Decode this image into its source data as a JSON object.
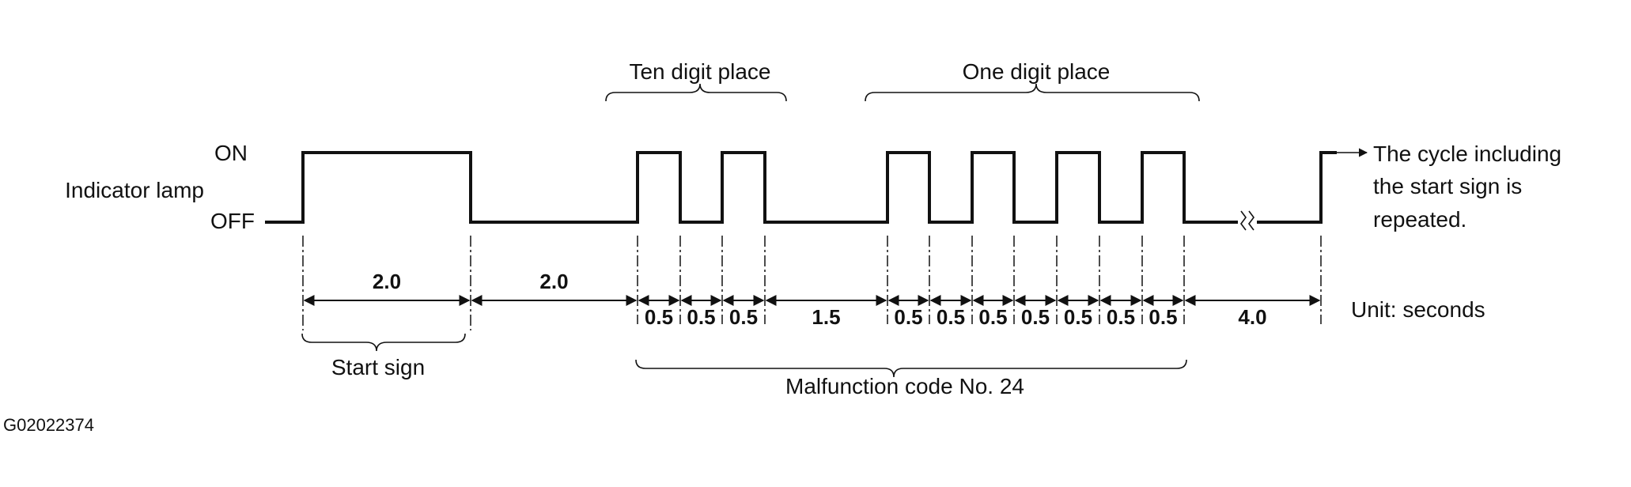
{
  "figure_code": "G02022374",
  "unit_label": "Unit: seconds",
  "lamp": {
    "name": "Indicator lamp",
    "on_label": "ON",
    "off_label": "OFF"
  },
  "groups": {
    "ten_digit": "Ten digit place",
    "one_digit": "One digit place",
    "start_sign": "Start sign",
    "malfunction_code": "Malfunction code No. 24"
  },
  "note_lines": [
    "The cycle including",
    "the start sign is",
    "repeated."
  ],
  "durations": {
    "start_on": "2.0",
    "pause_after_start": "2.0",
    "ten_pulses": [
      "0.5",
      "0.5",
      "0.5"
    ],
    "digit_gap": "1.5",
    "one_pulses": [
      "0.5",
      "0.5",
      "0.5",
      "0.5",
      "0.5",
      "0.5",
      "0.5"
    ],
    "end_pause": "4.0"
  },
  "signal_sequence": [
    {
      "state": "OFF"
    },
    {
      "state": "ON",
      "seconds": 2.0
    },
    {
      "state": "OFF",
      "seconds": 2.0
    },
    {
      "state": "ON",
      "seconds": 0.5
    },
    {
      "state": "OFF",
      "seconds": 0.5
    },
    {
      "state": "ON",
      "seconds": 0.5
    },
    {
      "state": "OFF",
      "seconds": 1.5
    },
    {
      "state": "ON",
      "seconds": 0.5
    },
    {
      "state": "OFF",
      "seconds": 0.5
    },
    {
      "state": "ON",
      "seconds": 0.5
    },
    {
      "state": "OFF",
      "seconds": 0.5
    },
    {
      "state": "ON",
      "seconds": 0.5
    },
    {
      "state": "OFF",
      "seconds": 0.5
    },
    {
      "state": "ON",
      "seconds": 0.5
    },
    {
      "state": "OFF",
      "seconds": 4.0
    },
    {
      "state": "ON"
    }
  ]
}
